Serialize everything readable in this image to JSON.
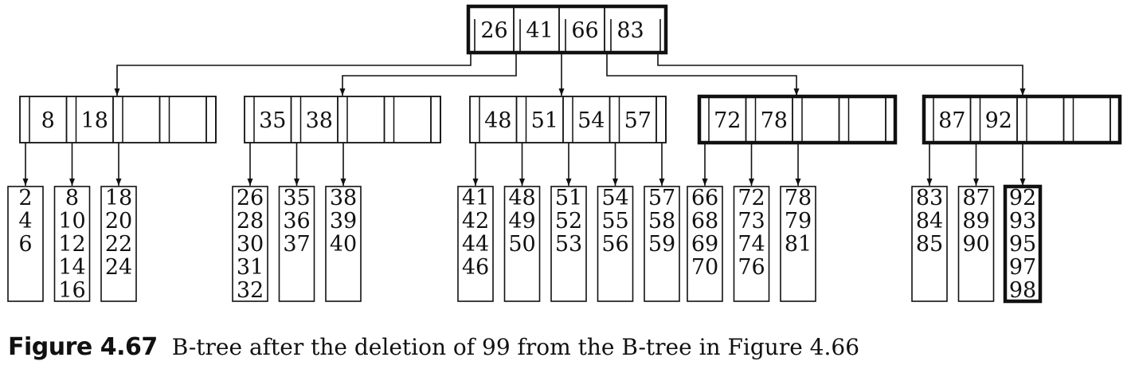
{
  "root": {
    "keys": [
      "26",
      "41",
      "66",
      "83"
    ],
    "highlight": true
  },
  "internal": [
    {
      "keys": [
        "8",
        "18"
      ],
      "highlight": false
    },
    {
      "keys": [
        "35",
        "38"
      ],
      "highlight": false
    },
    {
      "keys": [
        "48",
        "51",
        "54",
        "57"
      ],
      "highlight": false
    },
    {
      "keys": [
        "72",
        "78"
      ],
      "highlight": true
    },
    {
      "keys": [
        "87",
        "92"
      ],
      "highlight": true
    }
  ],
  "leaves": [
    [
      {
        "items": [
          "2",
          "4",
          "6"
        ],
        "highlight": false
      },
      {
        "items": [
          "8",
          "10",
          "12",
          "14",
          "16"
        ],
        "highlight": false
      },
      {
        "items": [
          "18",
          "20",
          "22",
          "24"
        ],
        "highlight": false
      }
    ],
    [
      {
        "items": [
          "26",
          "28",
          "30",
          "31",
          "32"
        ],
        "highlight": false
      },
      {
        "items": [
          "35",
          "36",
          "37"
        ],
        "highlight": false
      },
      {
        "items": [
          "38",
          "39",
          "40"
        ],
        "highlight": false
      }
    ],
    [
      {
        "items": [
          "41",
          "42",
          "44",
          "46"
        ],
        "highlight": false
      },
      {
        "items": [
          "48",
          "49",
          "50"
        ],
        "highlight": false
      },
      {
        "items": [
          "51",
          "52",
          "53"
        ],
        "highlight": false
      },
      {
        "items": [
          "54",
          "55",
          "56"
        ],
        "highlight": false
      },
      {
        "items": [
          "57",
          "58",
          "59"
        ],
        "highlight": false
      }
    ],
    [
      {
        "items": [
          "66",
          "68",
          "69",
          "70"
        ],
        "highlight": false
      },
      {
        "items": [
          "72",
          "73",
          "74",
          "76"
        ],
        "highlight": false
      },
      {
        "items": [
          "78",
          "79",
          "81"
        ],
        "highlight": false
      }
    ],
    [
      {
        "items": [
          "83",
          "84",
          "85"
        ],
        "highlight": false
      },
      {
        "items": [
          "87",
          "89",
          "90"
        ],
        "highlight": false
      },
      {
        "items": [
          "92",
          "93",
          "95",
          "97",
          "98"
        ],
        "highlight": true
      }
    ]
  ],
  "caption": {
    "label": "Figure 4.67",
    "text": "B-tree after the deletion of 99 from the B-tree in Figure 4.66"
  }
}
